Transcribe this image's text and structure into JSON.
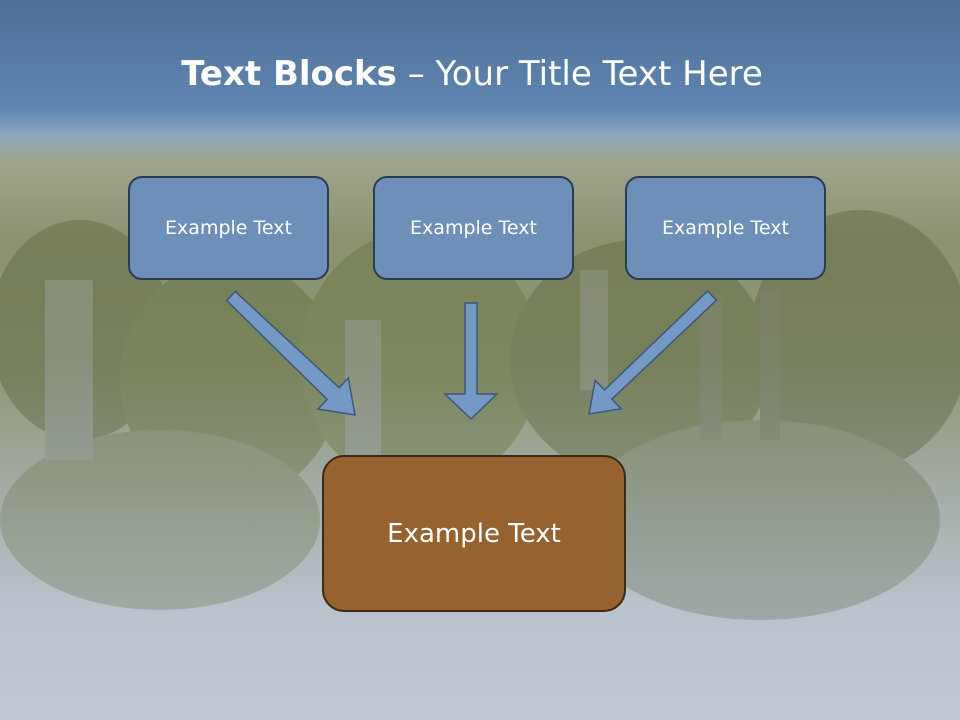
{
  "slide": {
    "title_bold": "Text Blocks",
    "title_rest": " – Your Title Text Here"
  },
  "diagram": {
    "top_boxes": [
      {
        "label": "Example Text"
      },
      {
        "label": "Example Text"
      },
      {
        "label": "Example Text"
      }
    ],
    "bottom_box": {
      "label": "Example Text"
    },
    "colors": {
      "top_box_fill": "#6d8fb8",
      "top_box_border": "#2c3d52",
      "bottom_box_fill": "#956230",
      "bottom_box_border": "#3c2a14",
      "arrow_fill": "#7399c4",
      "arrow_stroke": "#3e5878",
      "title_text": "#ffffff"
    }
  }
}
